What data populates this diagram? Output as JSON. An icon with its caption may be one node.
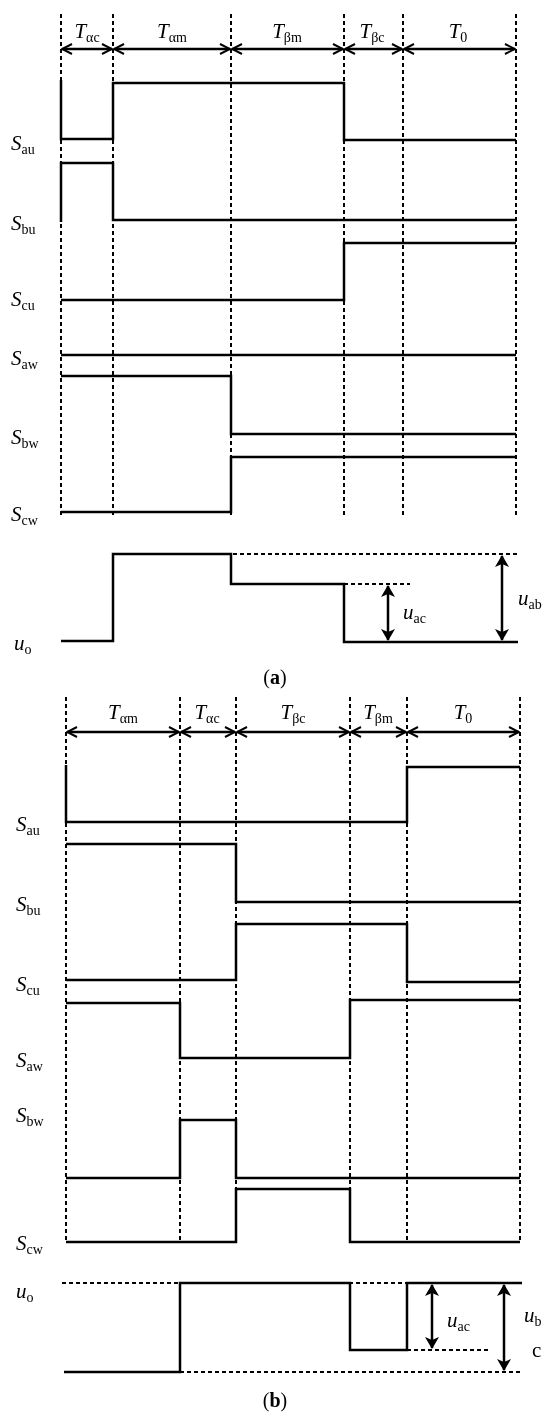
{
  "diagram": {
    "labels": [
      "*T*$_{αc}$",
      "*T*$_{αm}$",
      "*T*$_{βm}$",
      "*T*$_{βc}$",
      "*T*$_{0}$",
      "*S*$_{au}$",
      "*S*$_{bu}$",
      "*S*$_{cu}$",
      "*S*$_{aw}$",
      "*S*$_{bw}$",
      "*S*$_{cw}$",
      "*u*$_{ab}$",
      "*u*$_{ac}$",
      "*u*$_{o}$",
      "(**a**)",
      "*T*$_{αm}$",
      "*T*$_{αc}$",
      "*T*$_{βc}$",
      "*T*$_{βm}$",
      "*T*$_{0}$",
      "*S*$_{au}$",
      "*S*$_{bu}$",
      "*S*$_{cu}$",
      "*S*$_{aw}$",
      "*S*$_{bw}$",
      "*S*$_{cw}$",
      "*u*$_{o}$",
      "*u*$_{ac}$",
      "*u*$_{b}$",
      "c",
      "(**b**)"
    ]
  }
}
